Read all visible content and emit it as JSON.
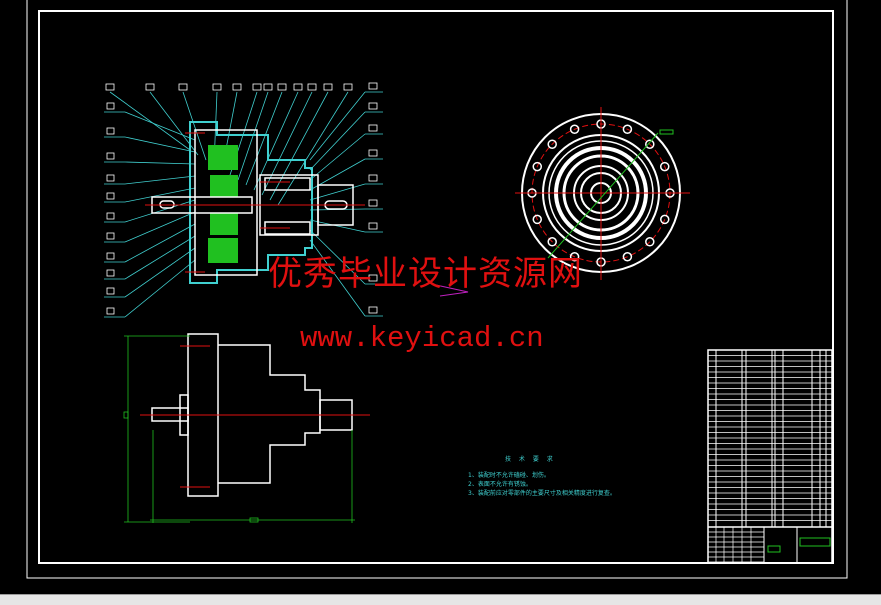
{
  "drawing": {
    "watermark_cn": "优秀毕业设计资源网",
    "watermark_url": "www.keyicad.cn",
    "tech_requirements": {
      "title": "技 术 要 求",
      "items": [
        "1、装配时不允许磕碰、划伤。",
        "2、表面不允许有锈蚀。",
        "3、装配前应对零部件的主要尺寸及相关精度进行复查。"
      ]
    }
  },
  "colors": {
    "background": "#000000",
    "frame": "#ffffff",
    "leader": "#40d0d0",
    "center_line": "#e01010",
    "gear": "#20c020",
    "statusbar": "#e6e6e6"
  }
}
